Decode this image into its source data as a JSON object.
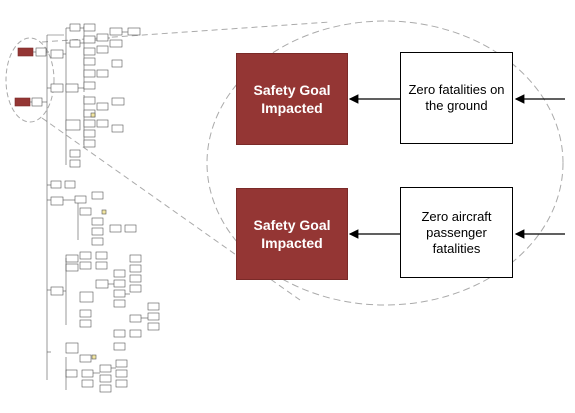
{
  "zoom_boxes": {
    "goal_top": "Safety Goal Impacted",
    "goal_bottom": "Safety Goal Impacted",
    "objective_top": "Zero fatalities on the ground",
    "objective_bottom": "Zero aircraft passenger fatalities"
  },
  "colors": {
    "goal_fill": "#943634",
    "line": "#000000",
    "dashed": "#aaaaaa",
    "small_box_outline": "#555555",
    "highlight_box": "#f2e6a0"
  }
}
